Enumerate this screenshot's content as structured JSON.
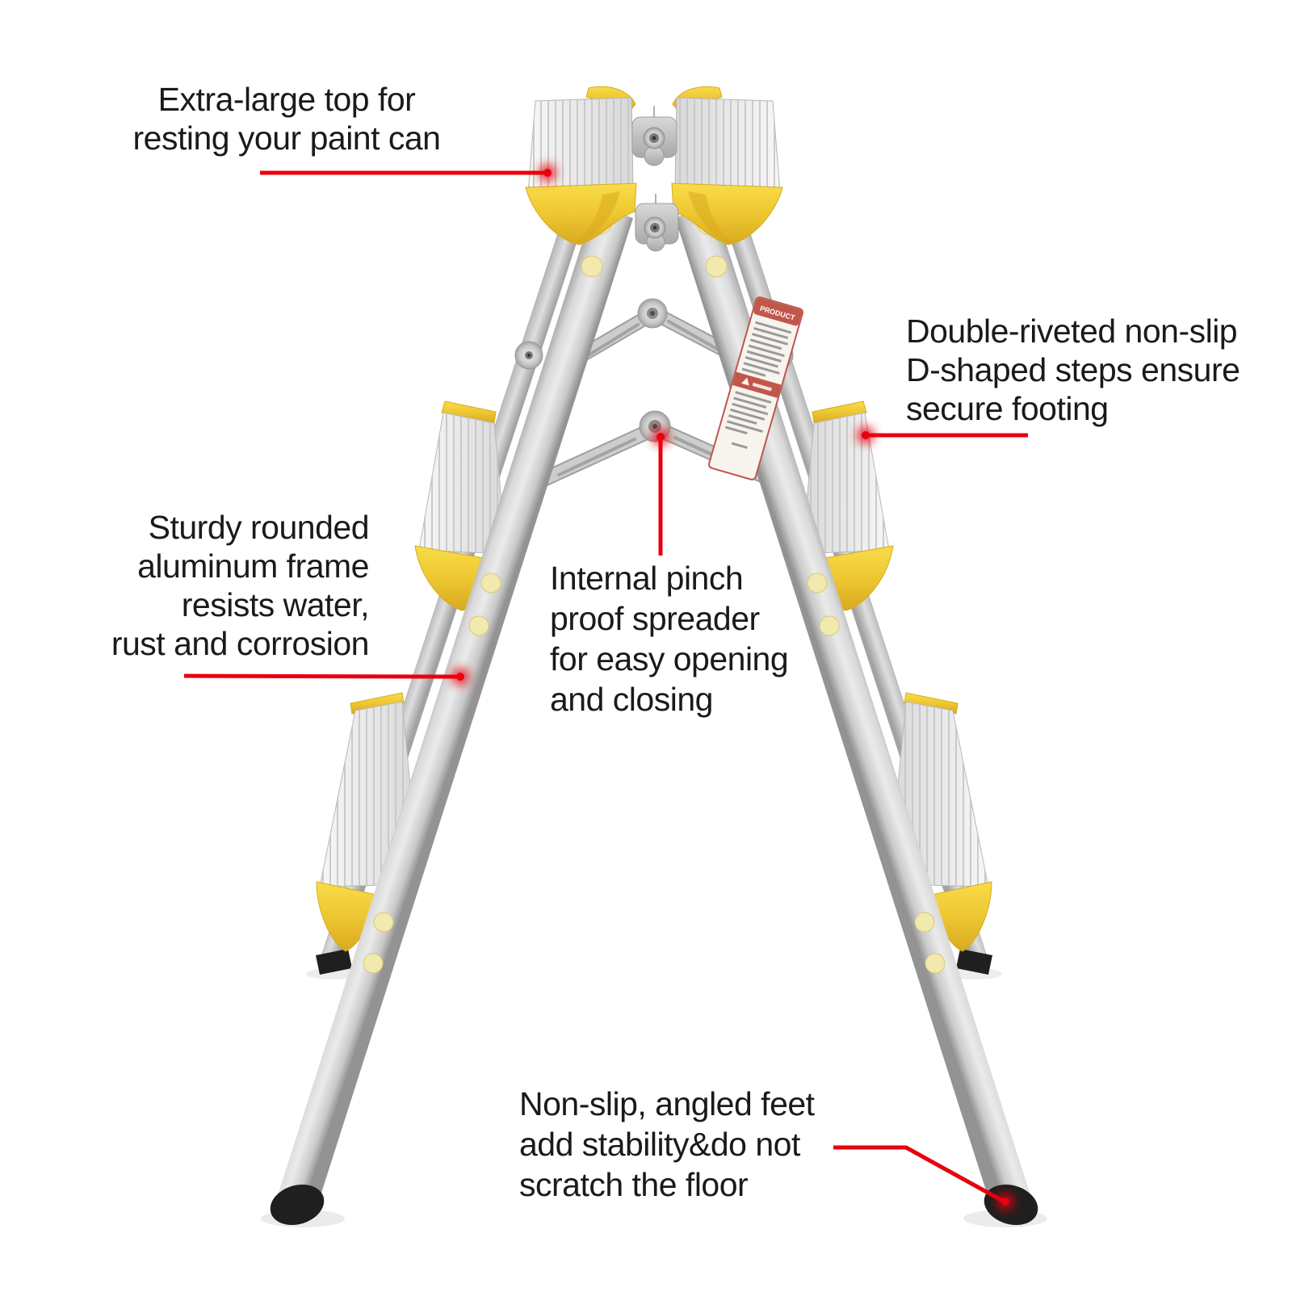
{
  "annotations": {
    "top": {
      "text": "Extra-large top for\nresting your paint can"
    },
    "steps": {
      "text": "Double-riveted non-slip\nD-shaped steps ensure\nsecure footing"
    },
    "frame": {
      "text": "Sturdy rounded\naluminum frame\nresists water,\nrust and corrosion"
    },
    "spreader": {
      "text": "Internal pinch\nproof spreader\nfor easy opening\nand closing"
    },
    "feet": {
      "text": "Non-slip, angled feet\nadd stability&do not\nscratch the floor"
    }
  },
  "product_label": {
    "header": "PRODUCT"
  },
  "colors": {
    "background": "#ffffff",
    "text": "#1a1a1a",
    "leader_line": "#e8000d",
    "aluminum_light": "#ebebeb",
    "aluminum_mid": "#c7c7c7",
    "aluminum_dark": "#969696",
    "cap_yellow": "#eec731",
    "cap_yellow_dark": "#d9a91f",
    "rivet_dot": "#f1e9ad",
    "foot_black": "#1f1f1f",
    "label_red": "#c0574b"
  }
}
